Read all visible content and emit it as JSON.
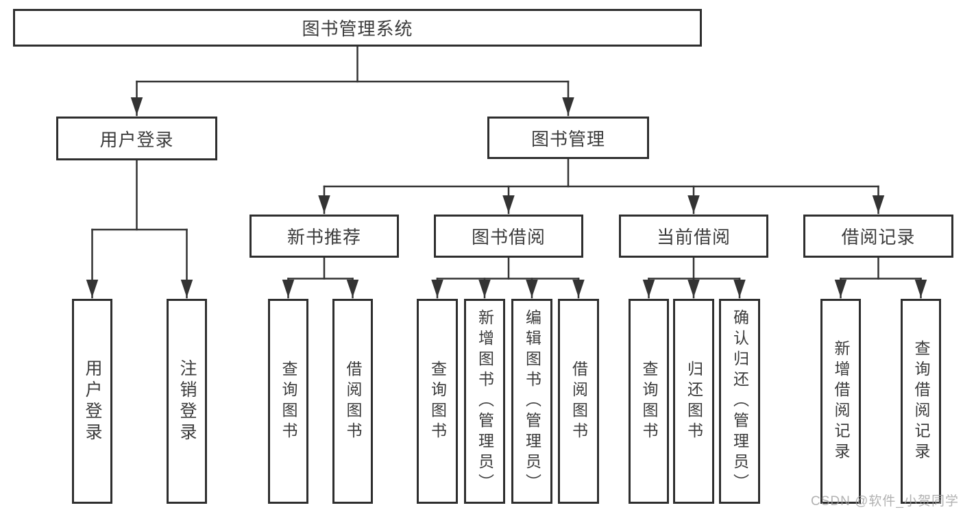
{
  "tree": {
    "root": {
      "label": "图书管理系统"
    },
    "level2": [
      {
        "label": "用户登录",
        "children": [
          {
            "label": "用户登录"
          },
          {
            "label": "注销登录"
          }
        ]
      },
      {
        "label": "图书管理",
        "children": [
          {
            "label": "新书推荐",
            "children": [
              {
                "label": "查询图书"
              },
              {
                "label": "借阅图书"
              }
            ]
          },
          {
            "label": "图书借阅",
            "children": [
              {
                "label": "查询图书"
              },
              {
                "label": "新增图书（管理员）"
              },
              {
                "label": "编辑图书（管理员）"
              },
              {
                "label": "借阅图书"
              }
            ]
          },
          {
            "label": "当前借阅",
            "children": [
              {
                "label": "查询图书"
              },
              {
                "label": "归还图书"
              },
              {
                "label": "确认归还（管理员）"
              }
            ]
          },
          {
            "label": "借阅记录",
            "children": [
              {
                "label": "新增借阅记录"
              },
              {
                "label": "查询借阅记录"
              }
            ]
          }
        ]
      }
    ]
  },
  "watermark": {
    "text": "CSDN @软件_小贺同学"
  },
  "colors": {
    "line": "#333333",
    "border": "#2e2e2e",
    "text": "#3b3b3b",
    "watermark": "#9e9e9e",
    "background": "#ffffff"
  }
}
